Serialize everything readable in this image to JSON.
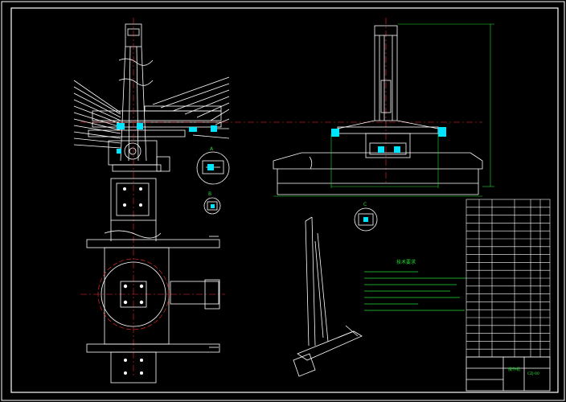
{
  "drawing": {
    "colors": {
      "background": "#000000",
      "frame": "#ffffff",
      "geometry": "#ffffff",
      "centerline": "#ff2a2a",
      "dimension": "#22dd33",
      "highlight": "#00e5ff",
      "notes": "#22dd33"
    },
    "notes_title": "技术要求",
    "section_marks": [
      "A",
      "B",
      "C"
    ],
    "title_block": {
      "drawing_title": "操作机",
      "drawing_code": "CZJ-00"
    },
    "parts_list_rows": 20
  }
}
